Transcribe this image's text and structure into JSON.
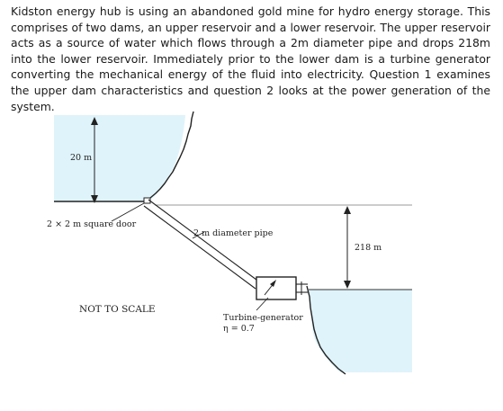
{
  "intro": "Kidston energy hub is using an abandoned gold mine for hydro energy storage. This comprises of two dams, an upper reservoir and a lower reservoir. The upper reservoir acts as a source of water which flows through a 2m diameter pipe and drops 218m into the lower reservoir. Immediately prior to the lower dam is a turbine generator converting the mechanical energy of the fluid into electricity. Question 1 examines the upper dam characteristics and question 2 looks at the power generation of the system.",
  "diagram": {
    "depth_label": "20 m",
    "door_label": "2 × 2 m square door",
    "pipe_label": "2 m diameter pipe",
    "drop_label": "218 m",
    "scale_note": "NOT TO SCALE",
    "turbine_label": "Turbine-generator",
    "efficiency_label": "η = 0.7",
    "colors": {
      "water": "#dff3fa",
      "line": "#222222",
      "ref_line": "#9a9a9a"
    }
  }
}
